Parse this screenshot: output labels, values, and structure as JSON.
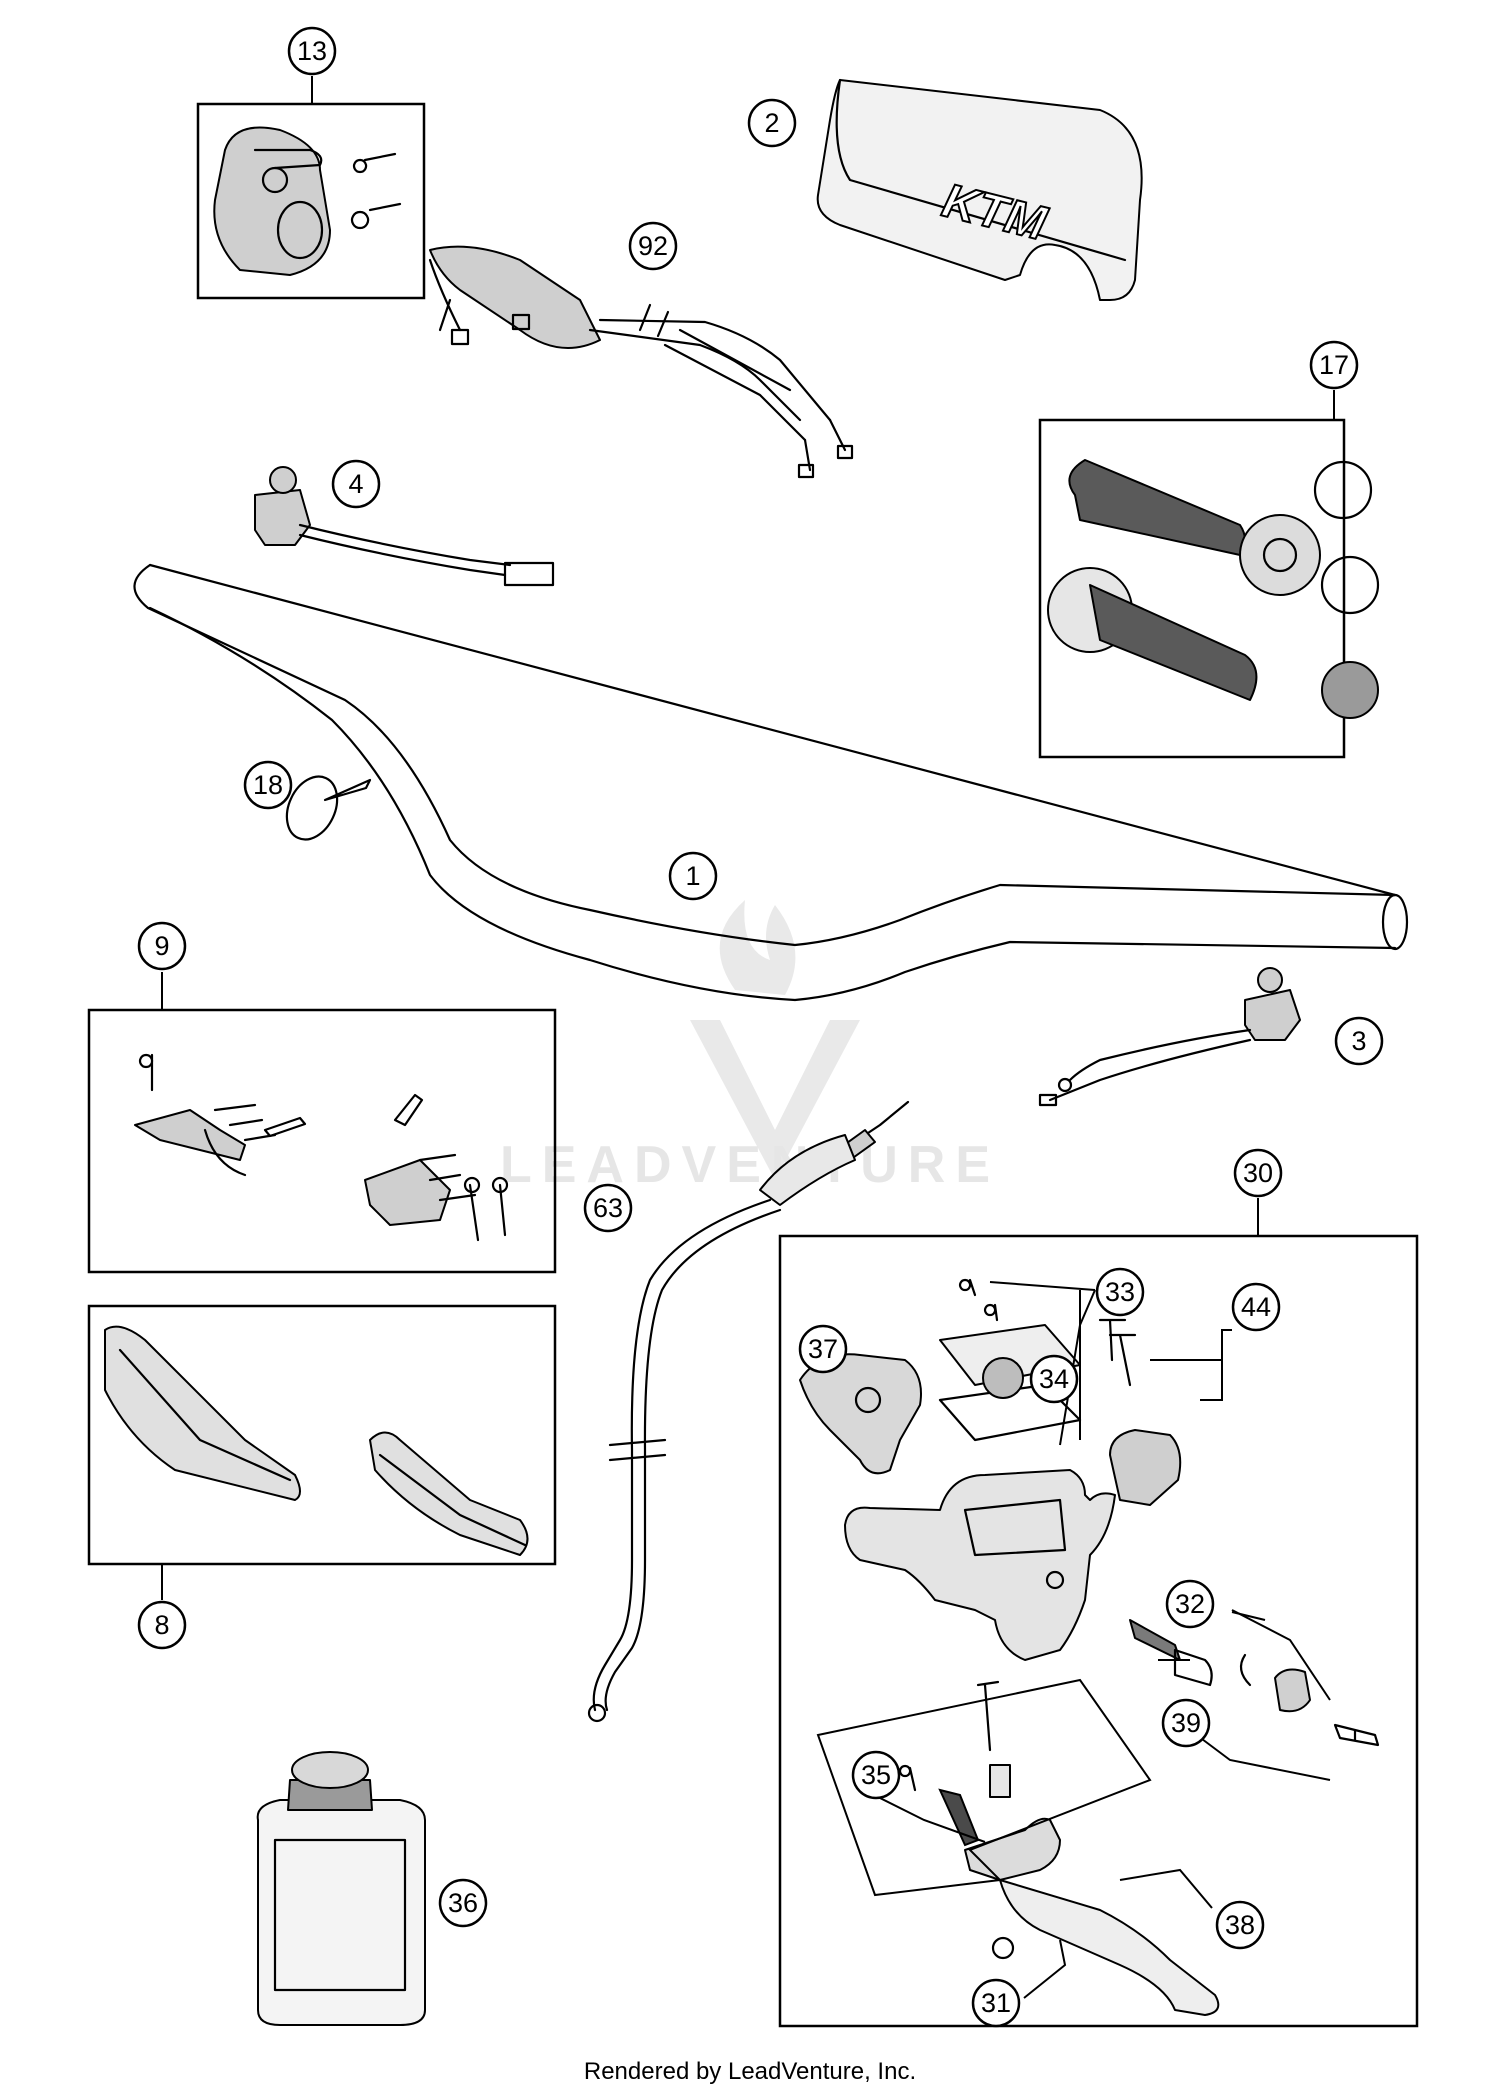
{
  "watermark": {
    "text": "LEADVENTURE"
  },
  "footer": {
    "credit": "Rendered by LeadVenture, Inc."
  },
  "callouts": [
    "1",
    "2",
    "3",
    "4",
    "8",
    "9",
    "13",
    "17",
    "18",
    "30",
    "31",
    "32",
    "33",
    "34",
    "35",
    "36",
    "37",
    "38",
    "39",
    "44",
    "63",
    "92"
  ],
  "brand_mark": "KTM"
}
